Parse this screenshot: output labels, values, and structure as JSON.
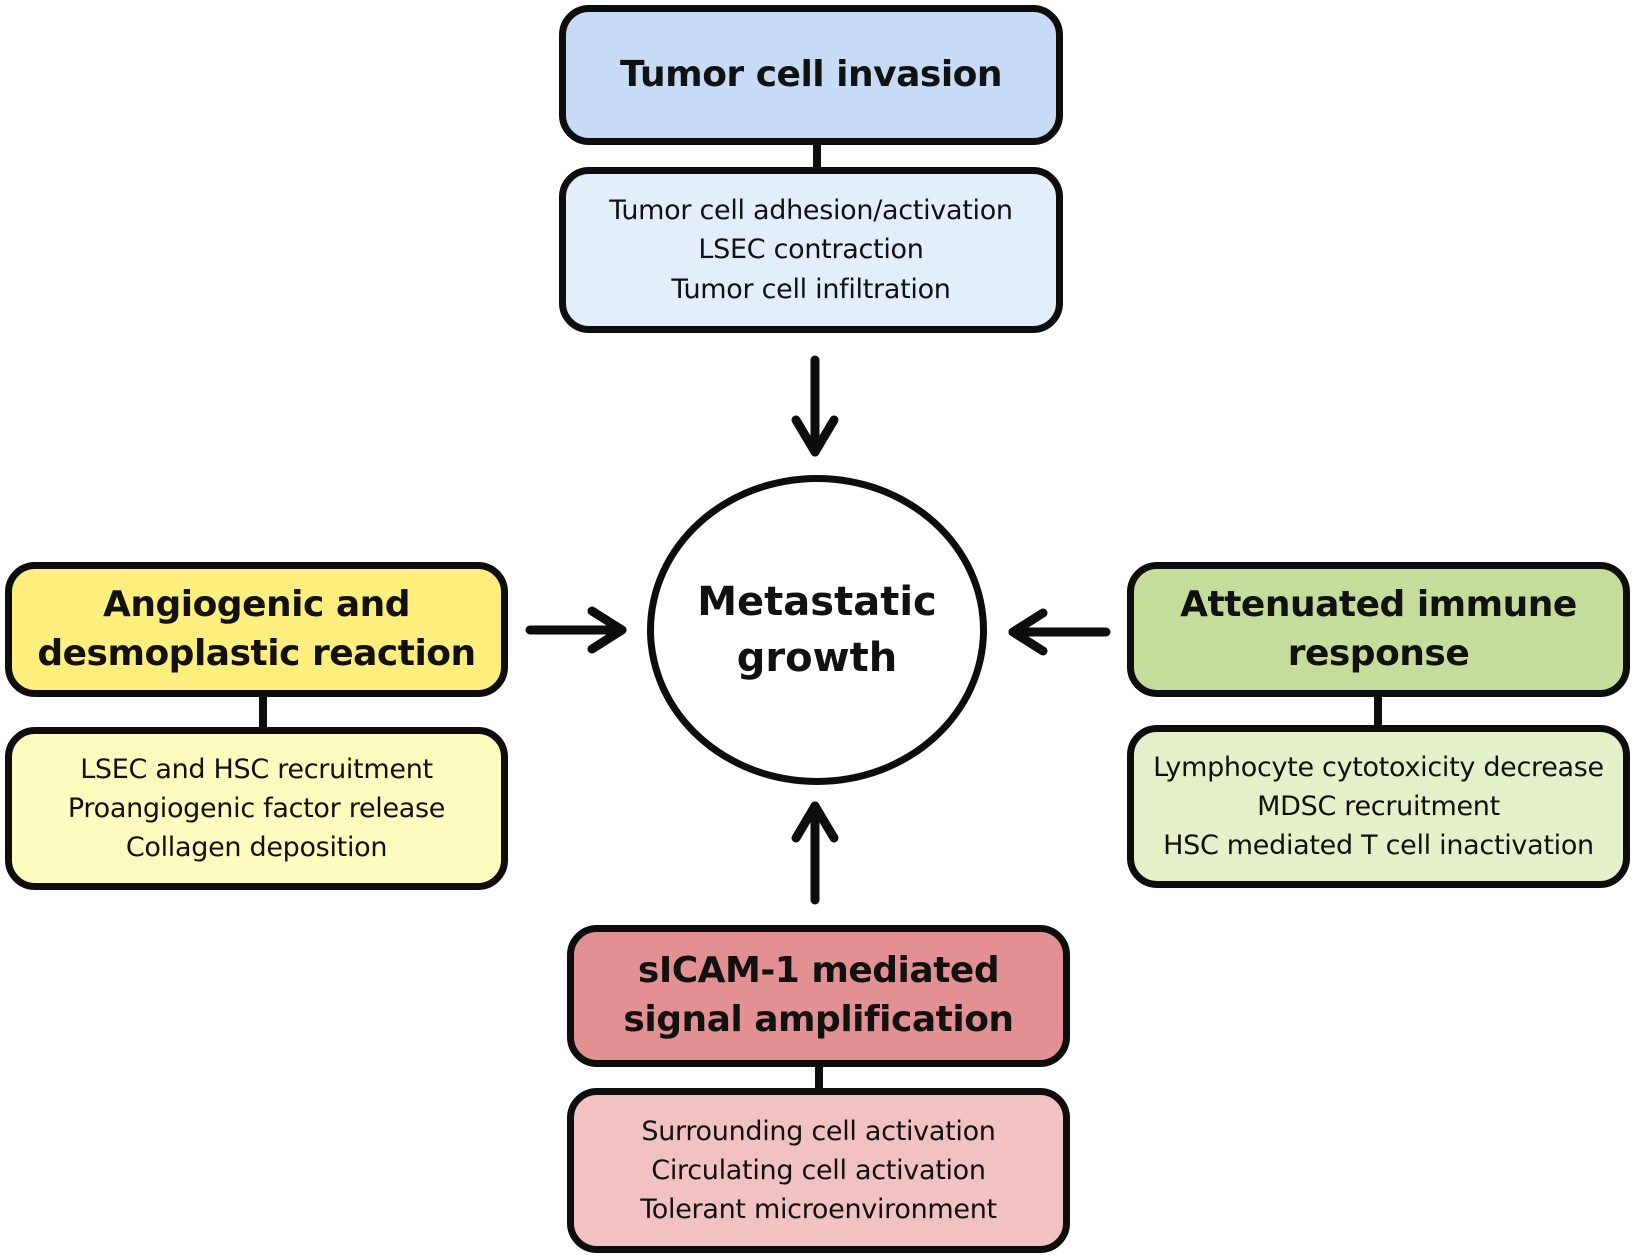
{
  "diagram": {
    "center": {
      "lines": [
        "Metastatic",
        "growth"
      ]
    },
    "nodes": {
      "top": {
        "title_lines": [
          "Tumor cell invasion"
        ],
        "items": [
          "Tumor cell adhesion/activation",
          "LSEC contraction",
          "Tumor cell infiltration"
        ],
        "header_color": "#c6dcf6",
        "detail_color": "#e3eefb"
      },
      "left": {
        "title_lines": [
          "Angiogenic and",
          "desmoplastic reaction"
        ],
        "items": [
          "LSEC and HSC recruitment",
          "Proangiogenic factor release",
          "Collagen deposition"
        ],
        "header_color": "#fdee7e",
        "detail_color": "#fefbbf"
      },
      "right": {
        "title_lines": [
          "Attenuated immune",
          "response"
        ],
        "items": [
          "Lymphocyte cytotoxicity decrease",
          "MDSC recruitment",
          "HSC mediated T cell inactivation"
        ],
        "header_color": "#c5dd9a",
        "detail_color": "#e3f0c8"
      },
      "bottom": {
        "title_lines": [
          "sICAM-1 mediated",
          "signal amplification"
        ],
        "items": [
          "Surrounding cell activation",
          "Circulating cell activation",
          "Tolerant microenvironment"
        ],
        "header_color": "#e39092",
        "detail_color": "#f2c2c3"
      }
    },
    "edges": [
      {
        "from": "top",
        "to": "center"
      },
      {
        "from": "left",
        "to": "center"
      },
      {
        "from": "right",
        "to": "center"
      },
      {
        "from": "bottom",
        "to": "center"
      }
    ]
  }
}
